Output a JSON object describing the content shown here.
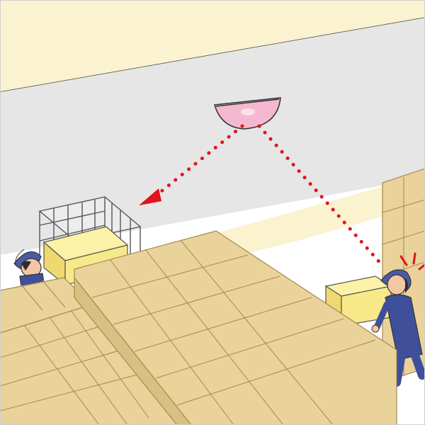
{
  "colors": {
    "ceiling": "#fbf3cf",
    "wall": "#e6e6e6",
    "floor_glow": "#fbf3cf",
    "box": "#e9d39b",
    "box_edge": "#a58a4e",
    "box_side": "#d9bf82",
    "cart_box": "#f7e98a",
    "mirror": "#f4b9d0",
    "mirror_rim": "#e07aa6",
    "sight_line": "#e0141e",
    "uniform": "#3f4f9a",
    "cap": "#4b5ba6",
    "skin": "#f3c7a3",
    "alert": "#e0141e",
    "cage": "#ffffff"
  },
  "scene": {
    "elements": [
      "ceiling",
      "wall",
      "convex-mirror",
      "sight-line-to-left-worker",
      "sight-line-to-right-worker",
      "cage-cart",
      "left-worker",
      "right-worker",
      "box-stacks",
      "alert-marks"
    ],
    "icons": [
      "convex-mirror-icon",
      "alert-icon",
      "arrow-icon"
    ]
  }
}
